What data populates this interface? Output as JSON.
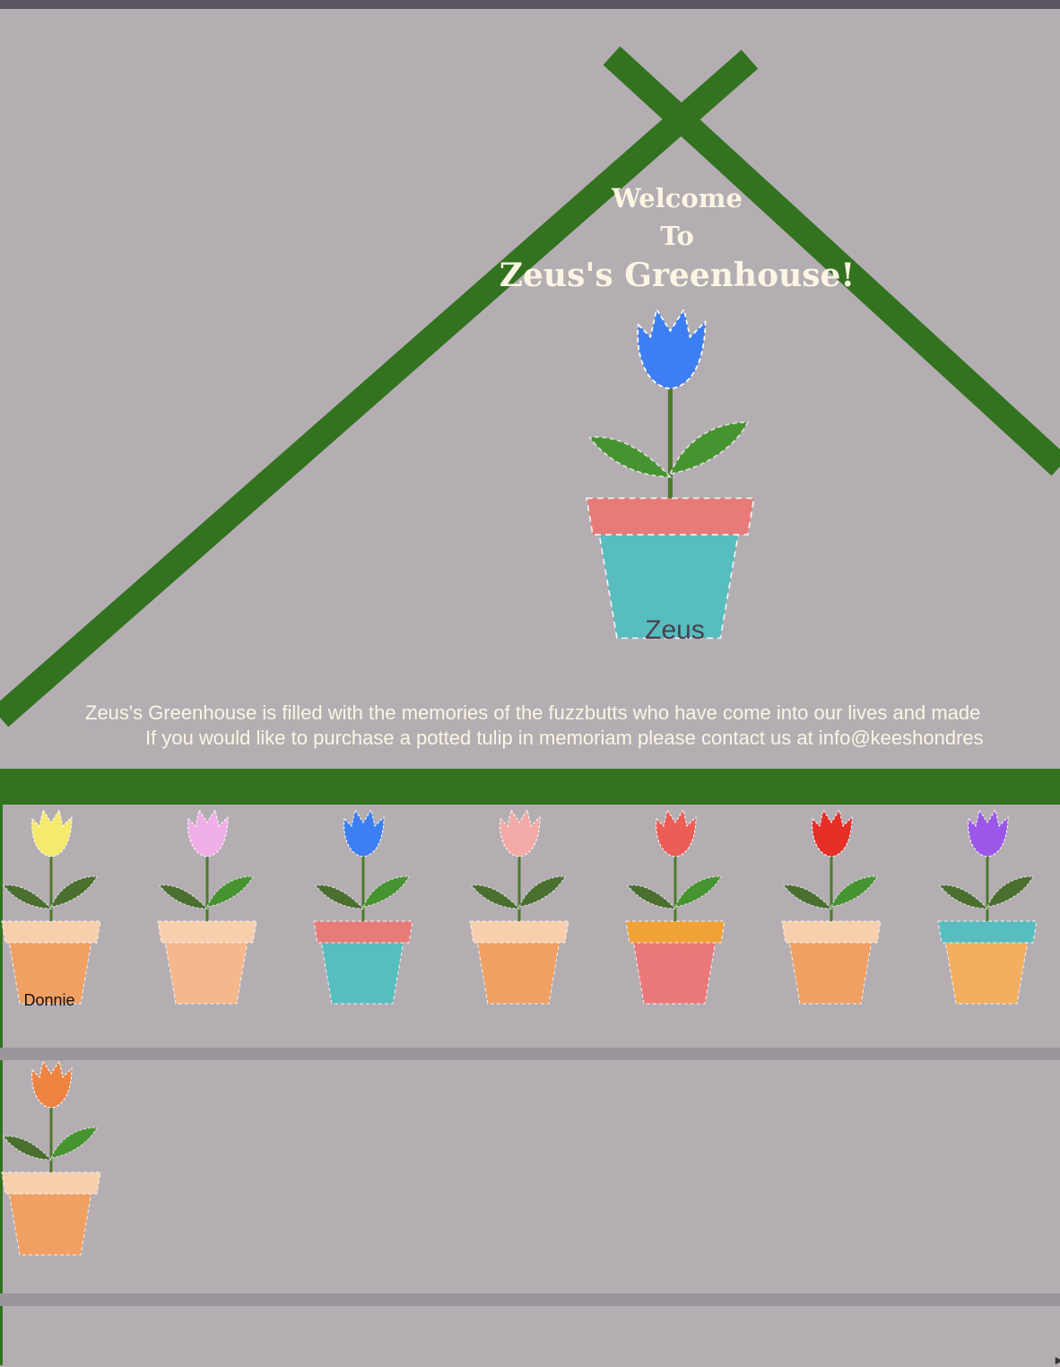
{
  "header": {
    "welcome_line1": "Welcome",
    "welcome_line2": "To",
    "title": "Zeus's Greenhouse!"
  },
  "featured": {
    "name": "Zeus",
    "flower": "#3d7ff2",
    "rim": "#e87a78",
    "pot": "#57bdbf"
  },
  "intro": {
    "line1": "Zeus's Greenhouse is filled with the memories of the fuzzbutts who have come into our lives and made",
    "line2": "If you would like to purchase a potted tulip in memoriam please contact us at info@keeshondres"
  },
  "colors": {
    "frame": "#33721f",
    "background": "#b4aeb3",
    "shelf": "#9c969c",
    "leaf_dark": "#4a6f2f",
    "leaf_light": "#46942f"
  },
  "plants": [
    {
      "name": "Donnie",
      "flower": "#f3ea6e",
      "rim": "#f8cfad",
      "pot": "#efa062"
    },
    {
      "name": "",
      "flower": "#f0aee8",
      "rim": "#f8cfad",
      "pot": "#f5b78c"
    },
    {
      "name": "",
      "flower": "#3d7ff2",
      "rim": "#e87a78",
      "pot": "#57bdbf"
    },
    {
      "name": "",
      "flower": "#f2aaa6",
      "rim": "#f8cfad",
      "pot": "#efa062"
    },
    {
      "name": "",
      "flower": "#ec5d55",
      "rim": "#f0a236",
      "pot": "#eb7878"
    },
    {
      "name": "",
      "flower": "#e62f27",
      "rim": "#f8cfad",
      "pot": "#efa062"
    },
    {
      "name": "",
      "flower": "#9b58e8",
      "rim": "#57bdbf",
      "pot": "#f3ae60"
    },
    {
      "name": "",
      "flower": "#ee8442",
      "rim": "#f8cfad",
      "pot": "#efa062"
    }
  ]
}
